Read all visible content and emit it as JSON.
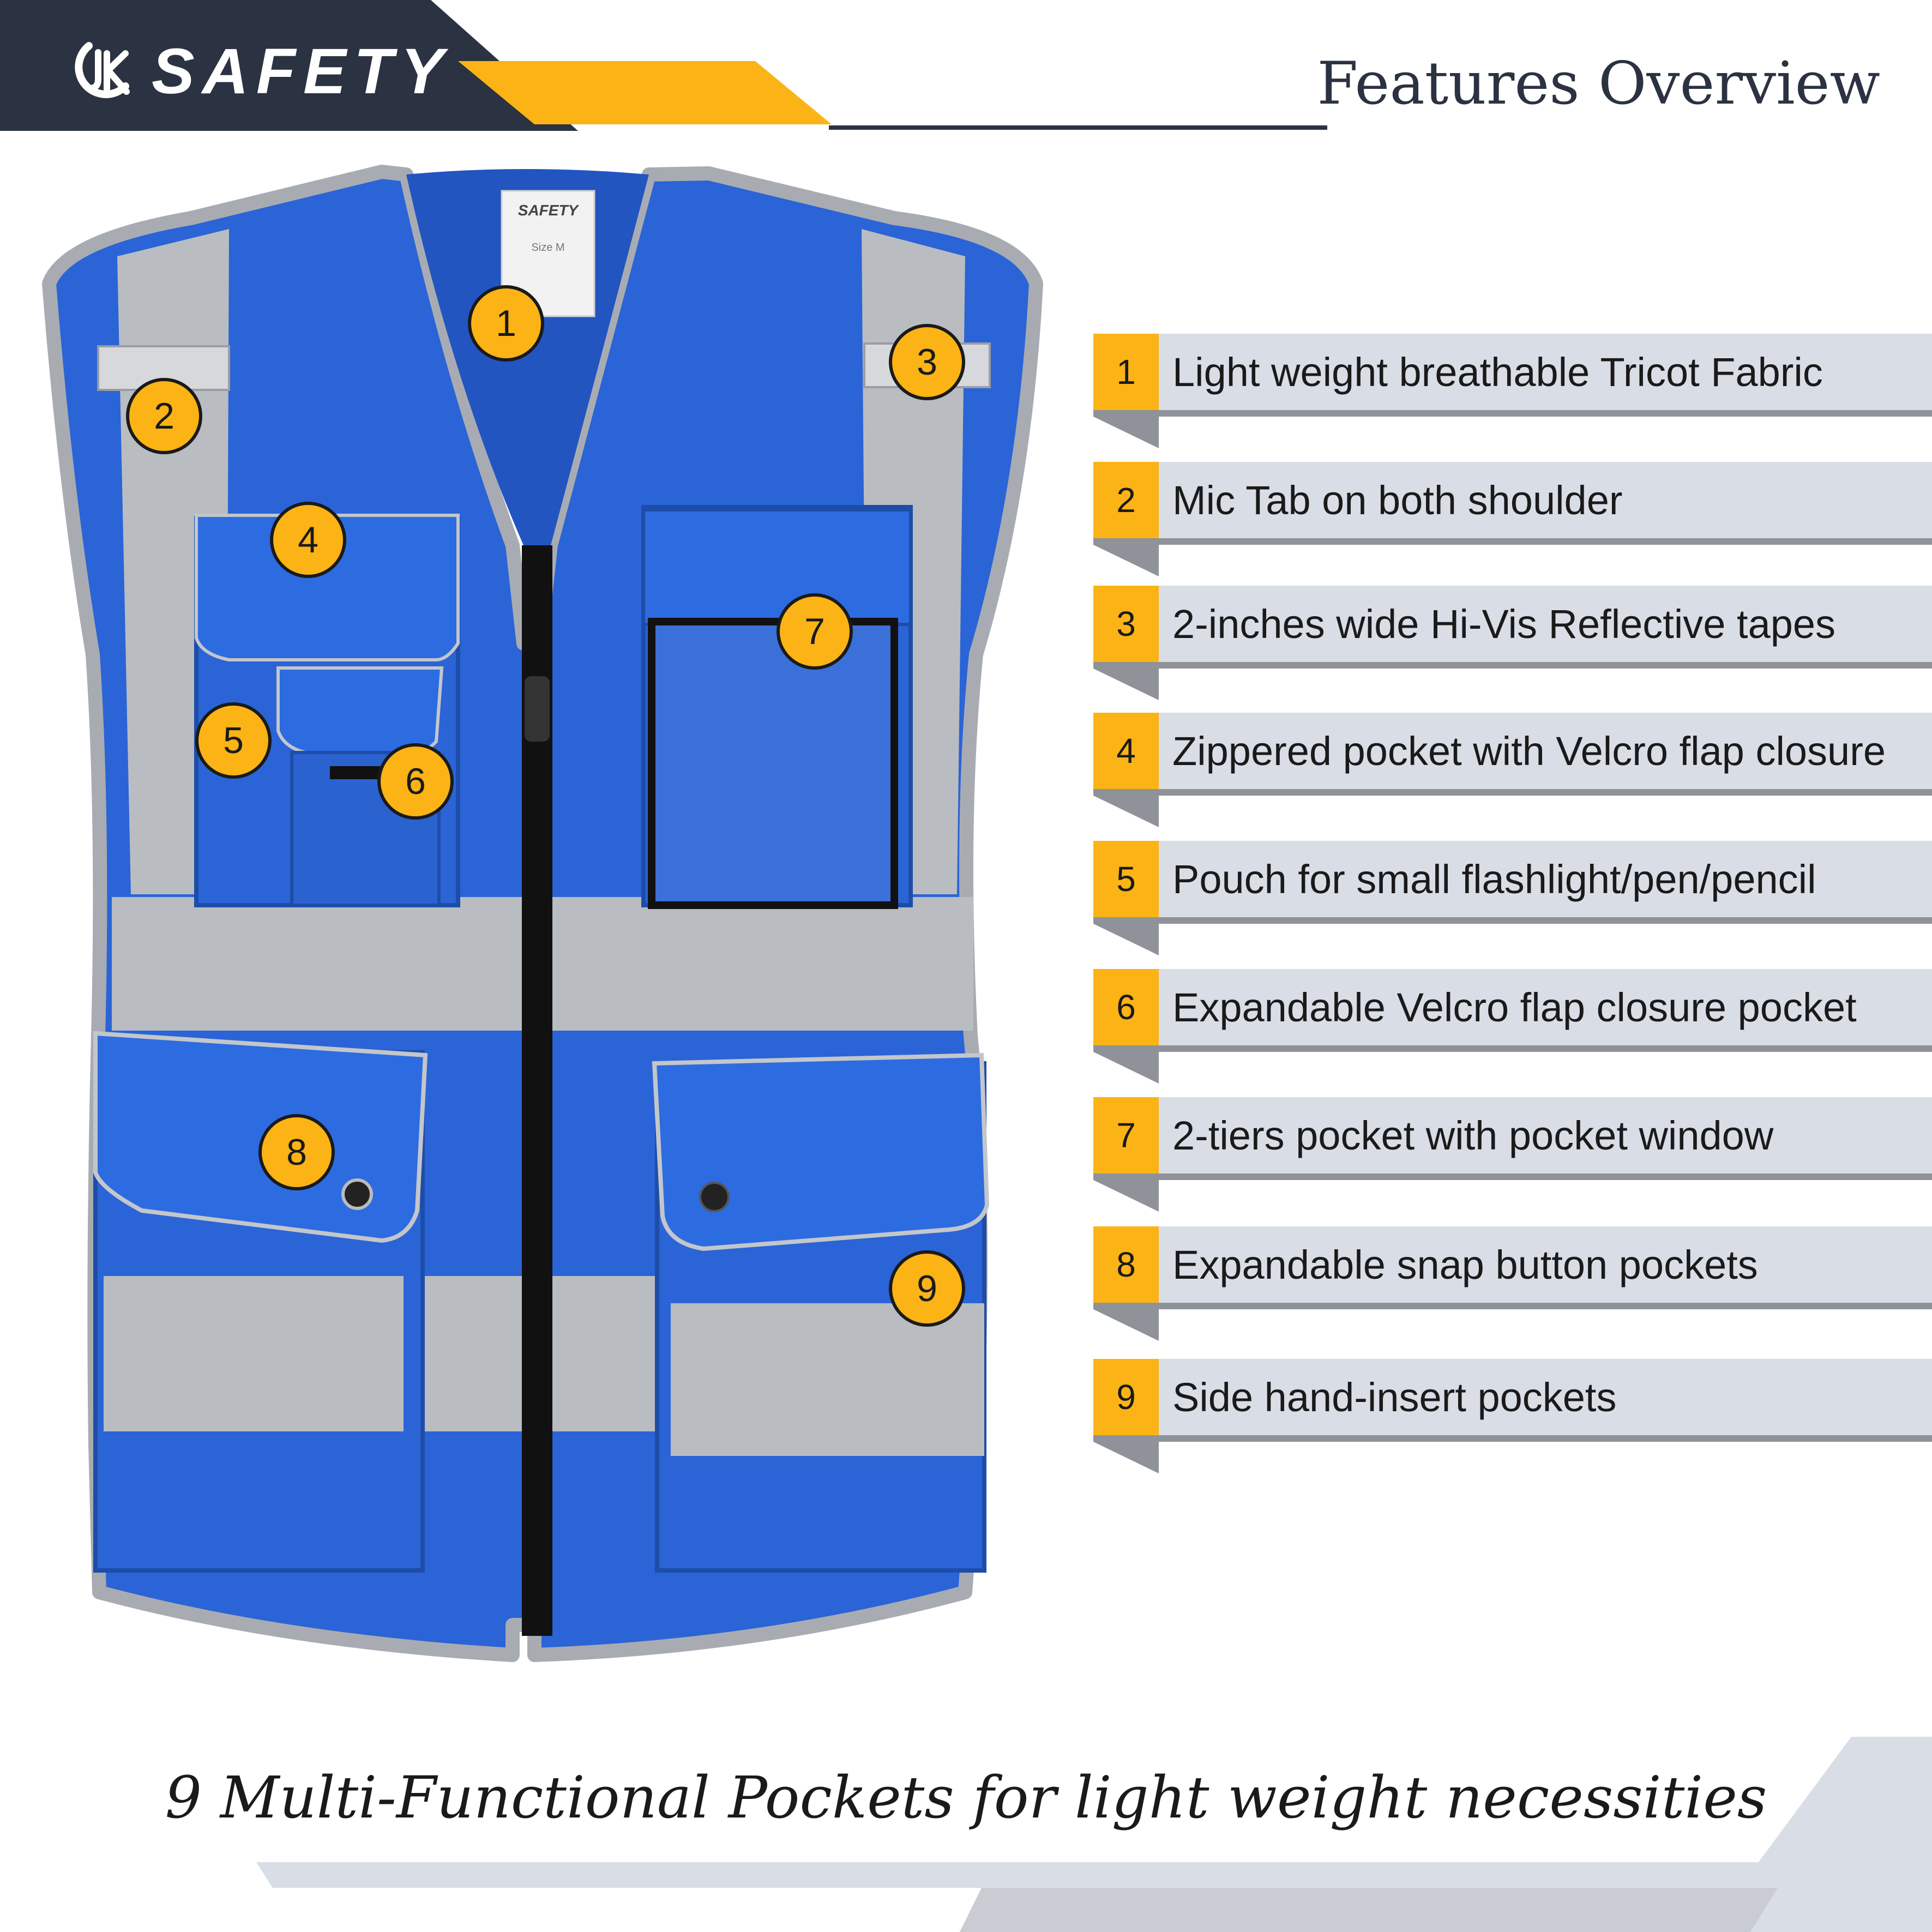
{
  "header": {
    "brand": "SAFETY",
    "title": "Features Overview",
    "colors": {
      "dark": "#2b3241",
      "accent": "#fbb315"
    }
  },
  "vest": {
    "color": "#2a64d6",
    "tape_color": "#b9bcc1",
    "label_text": "SAFETY",
    "label_size": "Size M",
    "markers": [
      "1",
      "2",
      "3",
      "4",
      "5",
      "6",
      "7",
      "8",
      "9"
    ]
  },
  "features": [
    {
      "num": "1",
      "text": "Light weight breathable Tricot Fabric"
    },
    {
      "num": "2",
      "text": "Mic Tab on both shoulder"
    },
    {
      "num": "3",
      "text": "2-inches wide Hi-Vis Reflective tapes"
    },
    {
      "num": "4",
      "text": "Zippered pocket with Velcro flap closure"
    },
    {
      "num": "5",
      "text": "Pouch for small flashlight/pen/pencil"
    },
    {
      "num": "6",
      "text": "Expandable Velcro flap closure pocket"
    },
    {
      "num": "7",
      "text": "2-tiers pocket with pocket window"
    },
    {
      "num": "8",
      "text": "Expandable snap button pockets"
    },
    {
      "num": "9",
      "text": "Side hand-insert pockets"
    }
  ],
  "footer": {
    "tagline": "9 Multi-Functional Pockets for light weight necessities"
  }
}
